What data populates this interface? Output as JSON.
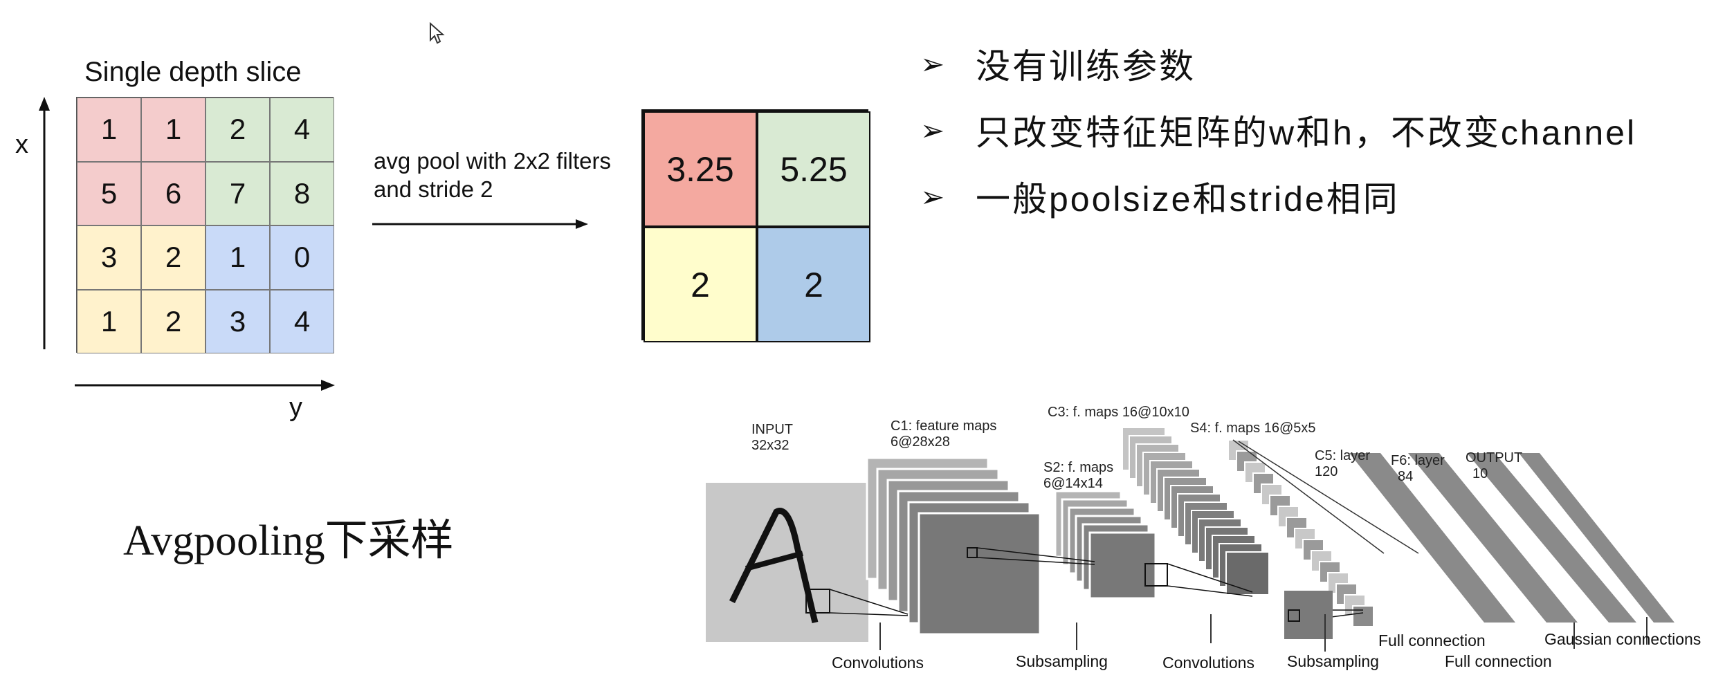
{
  "pool": {
    "title": "Single depth slice",
    "x_axis": "x",
    "y_axis": "y",
    "input": [
      {
        "value": "1",
        "color": "#f4cccc"
      },
      {
        "value": "1",
        "color": "#f4cccc"
      },
      {
        "value": "2",
        "color": "#d9ead3"
      },
      {
        "value": "4",
        "color": "#d9ead3"
      },
      {
        "value": "5",
        "color": "#f4cccc"
      },
      {
        "value": "6",
        "color": "#f4cccc"
      },
      {
        "value": "7",
        "color": "#d9ead3"
      },
      {
        "value": "8",
        "color": "#d9ead3"
      },
      {
        "value": "3",
        "color": "#fff2cc"
      },
      {
        "value": "2",
        "color": "#fff2cc"
      },
      {
        "value": "1",
        "color": "#c9daf8"
      },
      {
        "value": "0",
        "color": "#c9daf8"
      },
      {
        "value": "1",
        "color": "#fff2cc"
      },
      {
        "value": "2",
        "color": "#fff2cc"
      },
      {
        "value": "3",
        "color": "#c9daf8"
      },
      {
        "value": "4",
        "color": "#c9daf8"
      }
    ],
    "caption_line1": "avg pool with 2x2 filters",
    "caption_line2": "and stride 2",
    "output": [
      {
        "value": "3.25",
        "color": "#f4a9a0"
      },
      {
        "value": "5.25",
        "color": "#d9ead3"
      },
      {
        "value": "2",
        "color": "#fffdcc"
      },
      {
        "value": "2",
        "color": "#aecbe9"
      }
    ]
  },
  "bullets": [
    "没有训练参数",
    "只改变特征矩阵的w和h，不改变channel",
    "一般poolsize和stride相同"
  ],
  "avg_title": "Avgpooling下采样",
  "lenet": {
    "input_label": "INPUT",
    "input_size": "32x32",
    "c1_label": "C1: feature maps",
    "c1_size": "6@28x28",
    "s2_label": "S2: f. maps",
    "s2_size": "6@14x14",
    "c3_label": "C3: f. maps 16@10x10",
    "s4_label": "S4: f. maps 16@5x5",
    "c5_label": "C5: layer",
    "c5_size": "120",
    "f6_label": "F6: layer",
    "f6_size": "84",
    "output_label": "OUTPUT",
    "output_size": "10",
    "op_convolutions_1": "Convolutions",
    "op_subsampling_1": "Subsampling",
    "op_convolutions_2": "Convolutions",
    "op_subsampling_2": "Subsampling",
    "op_full_connection_1": "Full connection",
    "op_full_connection_2": "Full connection",
    "op_gaussian": "Gaussian connections"
  }
}
